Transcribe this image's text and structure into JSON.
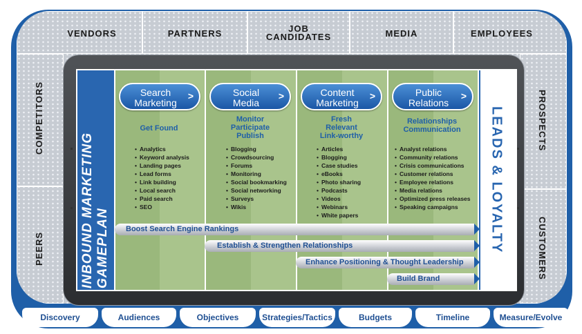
{
  "stakeholders": {
    "top": [
      "VENDORS",
      "PARTNERS",
      "JOB\nCANDIDATES",
      "MEDIA",
      "EMPLOYEES"
    ],
    "left": [
      "COMPETITORS",
      "PEERS"
    ],
    "right": [
      "PROSPECTS",
      "CUSTOMERS"
    ]
  },
  "gameplan": {
    "title": "INBOUND MARKETING GAMEPLAN",
    "outcome": "LEADS & LOYALTY"
  },
  "channels": [
    {
      "name": "Search\nMarketing",
      "arrow": ">",
      "tagline": "Get Found",
      "tactics": [
        "Analytics",
        "Keyword analysis",
        "Landing pages",
        "Lead forms",
        "Link building",
        "Local search",
        "Paid search",
        "SEO"
      ]
    },
    {
      "name": "Social\nMedia",
      "arrow": ">",
      "tagline": "Monitor\nParticipate\nPublish",
      "tactics": [
        "Blogging",
        "Crowdsourcing",
        "Forums",
        "Monitoring",
        "Social bookmarking",
        "Social networking",
        "Surveys",
        "Wikis"
      ]
    },
    {
      "name": "Content\nMarketing",
      "arrow": ">",
      "tagline": "Fresh\nRelevant\nLink-worthy",
      "tactics": [
        "Articles",
        "Blogging",
        "Case studies",
        "eBooks",
        "Photo sharing",
        "Podcasts",
        "Videos",
        "Webinars",
        "White papers"
      ]
    },
    {
      "name": "Public\nRelations",
      "arrow": ">",
      "tagline": "Relationships\nCommunication",
      "tactics": [
        "Analyst relations",
        "Community relations",
        "Crisis communications",
        "Customer relations",
        "Employee relations",
        "Media relations",
        "Optimized press releases",
        "Speaking campaigns"
      ]
    }
  ],
  "goals": [
    "Boost Search Engine Rankings",
    "Establish & Strengthen Relationships",
    "Enhance Positioning & Thought Leadership",
    "Build Brand"
  ],
  "phases": [
    "Discovery",
    "Audiences",
    "Objectives",
    "Strategies/Tactics",
    "Budgets",
    "Timeline",
    "Measure/Evolve"
  ],
  "colors": {
    "brand_blue": "#1f5fa8",
    "field_green": "#a9c48c",
    "stadium_gray": "#c7ccd3"
  }
}
